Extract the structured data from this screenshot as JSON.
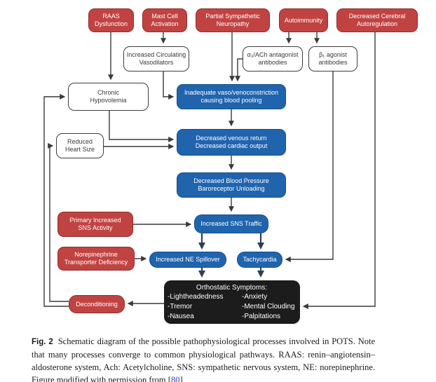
{
  "diagram": {
    "nodes": {
      "raas": {
        "label": "RAAS\nDysfunction"
      },
      "mast_cell": {
        "label": "Mast Cell\nActivation"
      },
      "partial_sympathetic_neuropathy": {
        "label": "Partial Sympathetic\nNeuropathy"
      },
      "autoimmunity": {
        "label": "Autoimmunity"
      },
      "decreased_cerebral_autoregulation": {
        "label": "Decreased Cerebral\nAutoregulation"
      },
      "increased_circulating_vasodilators": {
        "label": "Increased Circulating\nVasodilators"
      },
      "ach_antagonist_antibodies": {
        "label": "α₃/ACh antagonist\nantibodies"
      },
      "beta1_agonist_antibodies": {
        "label": "β₁ agonist\nantibodies"
      },
      "chronic_hypovolemia": {
        "label": "Chronic\nHypovolemia"
      },
      "inadequate_vasoconstriction": {
        "label": "Inadequate vaso/venoconstriction\ncausing blood pooling"
      },
      "reduced_heart_size": {
        "label": "Reduced\nHeart Size"
      },
      "decreased_venous_return": {
        "label": "Decreased venous return\nDecreased cardiac output"
      },
      "decreased_blood_pressure": {
        "label": "Decreased Blood Pressure\nBaroreceptor Unloading"
      },
      "primary_increased_sns": {
        "label": "Primary Increased\nSNS Activity"
      },
      "increased_sns_traffic": {
        "label": "Increased SNS Traffic"
      },
      "net_deficiency": {
        "label": "Norepinephrine\nTransporter Deficiency"
      },
      "increased_ne_spillover": {
        "label": "Increased NE Spillover"
      },
      "tachycardia": {
        "label": "Tachycardia"
      },
      "deconditioning": {
        "label": "Deconditioning"
      }
    },
    "symptoms": {
      "title": "Orthostatic Symptoms:",
      "col1": [
        "-Lightheadedness",
        "-Tremor",
        "-Nausea"
      ],
      "col2": [
        "-Anxiety",
        "-Mental Clouding",
        "-Palpitations"
      ]
    }
  },
  "caption": {
    "fig_label": "Fig. 2",
    "body": "Schematic diagram of the possible pathophysiological processes involved in POTS. Note that many processes converge to common physiological pathways. RAAS: renin–angiotensin–aldosterone system, Ach: Acetylcholine, SNS: sympathetic nervous system, NE: norepinephrine. Figure modified with permission from ",
    "cite_open": "[",
    "cite_number": "80",
    "cite_close": "]"
  },
  "colors": {
    "red_box": "#C04342",
    "red_border": "#8E2F2E",
    "blue_box": "#2064AE",
    "blue_border": "#174E88",
    "black_box": "#1C1C1C",
    "white_box_border": "#3E3E3E",
    "arrow": "#3A3A3A",
    "arrow_navy": "#2E3E55",
    "citation": "#3639C0"
  }
}
